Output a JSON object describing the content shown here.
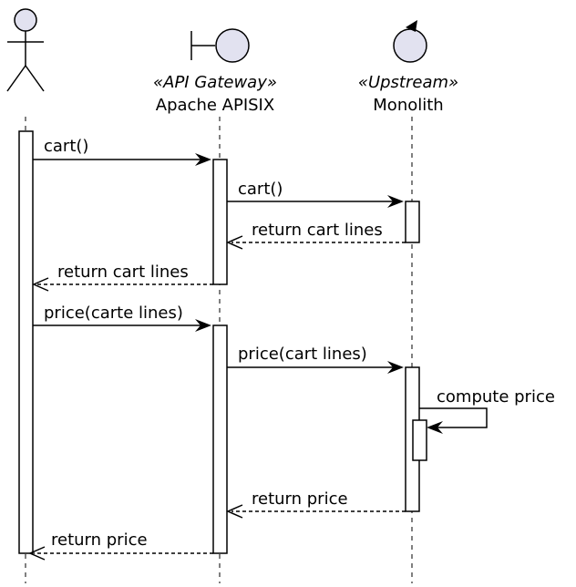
{
  "diagram": {
    "type": "sequence",
    "colors": {
      "participant_fill": "#e2e2f0",
      "line": "#000000",
      "activation_fill": "#ffffff"
    },
    "participants": [
      {
        "id": "actor",
        "shape": "actor",
        "stereotype": "",
        "name": ""
      },
      {
        "id": "gateway",
        "shape": "boundary",
        "stereotype": "«API Gateway»",
        "name": "Apache APISIX"
      },
      {
        "id": "monolith",
        "shape": "control",
        "stereotype": "«Upstream»",
        "name": "Monolith"
      }
    ],
    "messages": [
      {
        "from": "actor",
        "to": "gateway",
        "label": "cart()",
        "style": "solid"
      },
      {
        "from": "gateway",
        "to": "monolith",
        "label": "cart()",
        "style": "solid"
      },
      {
        "from": "monolith",
        "to": "gateway",
        "label": "return cart lines",
        "style": "dashed"
      },
      {
        "from": "gateway",
        "to": "actor",
        "label": "return cart lines",
        "style": "dashed"
      },
      {
        "from": "actor",
        "to": "gateway",
        "label": "price(carte lines)",
        "style": "solid"
      },
      {
        "from": "gateway",
        "to": "monolith",
        "label": "price(cart lines)",
        "style": "solid"
      },
      {
        "from": "monolith",
        "to": "monolith",
        "label": "compute price",
        "style": "solid"
      },
      {
        "from": "monolith",
        "to": "gateway",
        "label": "return price",
        "style": "dashed"
      },
      {
        "from": "gateway",
        "to": "actor",
        "label": "return price",
        "style": "dashed"
      }
    ]
  }
}
